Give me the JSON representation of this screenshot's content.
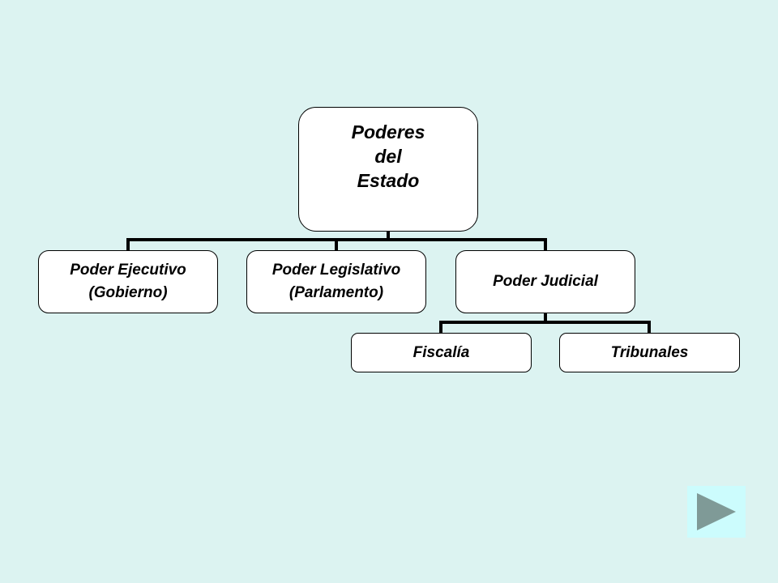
{
  "diagram": {
    "root": {
      "label": "Poderes\ndel\nEstado"
    },
    "branches": [
      {
        "label": "Poder Ejecutivo\n(Gobierno)"
      },
      {
        "label": "Poder Legislativo\n(Parlamento)"
      },
      {
        "label": "Poder Judicial",
        "children": [
          {
            "label": "Fiscalía"
          },
          {
            "label": "Tribunales"
          }
        ]
      }
    ]
  },
  "navigation": {
    "next_icon": "play-triangle-icon"
  },
  "colors": {
    "background": "#dcf3f1",
    "node_fill": "#ffffff",
    "connector": "#000000",
    "next_button_bg": "#ccfcfd",
    "next_button_arrow": "#7f9a97"
  }
}
